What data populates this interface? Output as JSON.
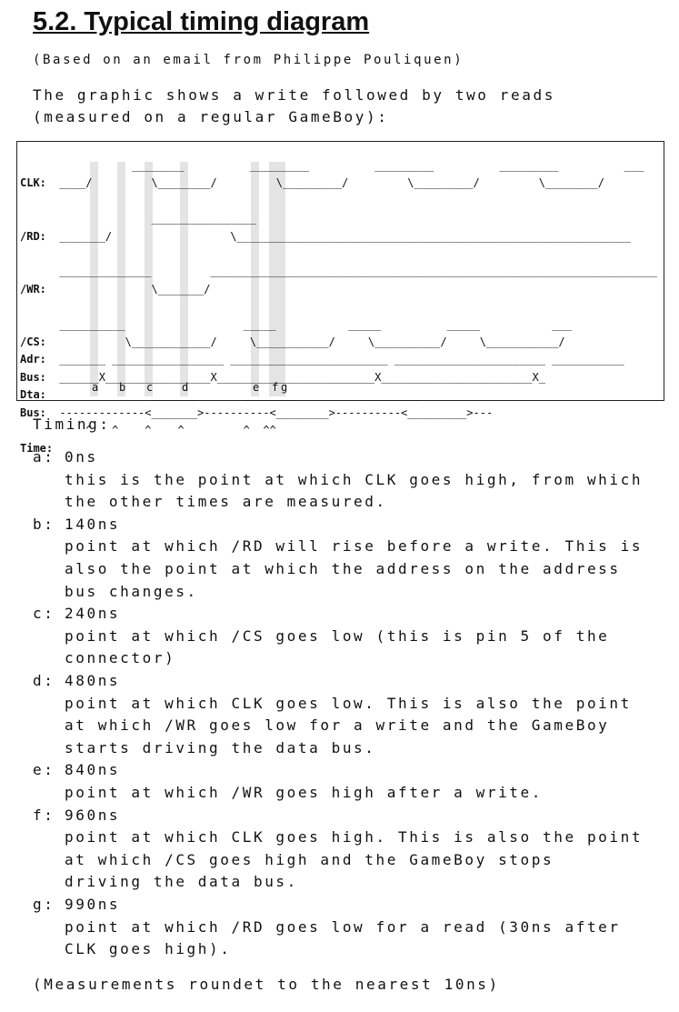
{
  "title": "5.2. Typical timing diagram",
  "source_note": "(Based on an email from Philippe Pouliquen)",
  "intro_line1": "The graphic shows a write followed by two reads",
  "intro_line2": "(measured on a regular GameBoy):",
  "diagram": {
    "rows": [
      {
        "label": "",
        "trace": "           ________          _________          _________          _________          ___"
      },
      {
        "label": "CLK:",
        "trace": "____/         \\________/         \\_________/         \\_________/         \\________/"
      },
      {
        "label": "",
        "trace": ""
      },
      {
        "label": "",
        "trace": "              ________________"
      },
      {
        "label": "/RD:",
        "trace": "_______/                  \\____________________________________________________________"
      },
      {
        "label": "",
        "trace": ""
      },
      {
        "label": "",
        "trace": "______________         ____________________________________________________________________"
      },
      {
        "label": "/WR:",
        "trace": "              \\_______/"
      },
      {
        "label": "",
        "trace": ""
      },
      {
        "label": "",
        "trace": "__________                  _____           _____          _____           ___"
      },
      {
        "label": "/CS:",
        "trace": "          \\____________/     \\___________/     \\__________/     \\___________/"
      },
      {
        "label": "Adr:",
        "trace": "_______ _________________ ________________________ _______________________ ___________"
      },
      {
        "label": "Bus:",
        "trace": "______X________________X________________________X_______________________X_"
      },
      {
        "label": "Dta:",
        "trace": "              _______       ________          _________"
      },
      {
        "label": "Bus:",
        "trace": "-------------<_______>----------<________>----------<_________>---"
      },
      {
        "label": "",
        "trace": "    ^   ^    ^    ^         ^  ^^"
      },
      {
        "label": "Time:",
        "trace": ""
      }
    ],
    "markers": [
      "a",
      "b",
      "c",
      "d",
      "e",
      "f",
      "g"
    ]
  },
  "timing_label": "Timing:",
  "timings": [
    {
      "key": "a:",
      "time": "0ns",
      "lines": [
        "this is the point at which CLK goes high, from which",
        "the other times are measured."
      ]
    },
    {
      "key": "b:",
      "time": "140ns",
      "lines": [
        "point at which /RD will rise before a write. This is",
        "also the point at which the address on the address",
        "bus changes."
      ]
    },
    {
      "key": "c:",
      "time": "240ns",
      "lines": [
        "point at which /CS goes low (this is pin 5 of the",
        "connector)"
      ]
    },
    {
      "key": "d:",
      "time": "480ns",
      "lines": [
        "point at which CLK goes low. This is also the point",
        "at which /WR goes low for a write and the GameBoy",
        "starts driving the data bus."
      ]
    },
    {
      "key": "e:",
      "time": "840ns",
      "lines": [
        "point at which /WR goes high after a write."
      ]
    },
    {
      "key": "f:",
      "time": "960ns",
      "lines": [
        "point at which CLK goes high. This is also the point",
        "at which /CS goes high and the GameBoy stops",
        "driving the data bus."
      ]
    },
    {
      "key": "g:",
      "time": "990ns",
      "lines": [
        "point at which /RD goes low for a read (30ns after",
        "CLK goes high)."
      ]
    }
  ],
  "footer": "(Measurements roundet to the nearest 10ns)"
}
